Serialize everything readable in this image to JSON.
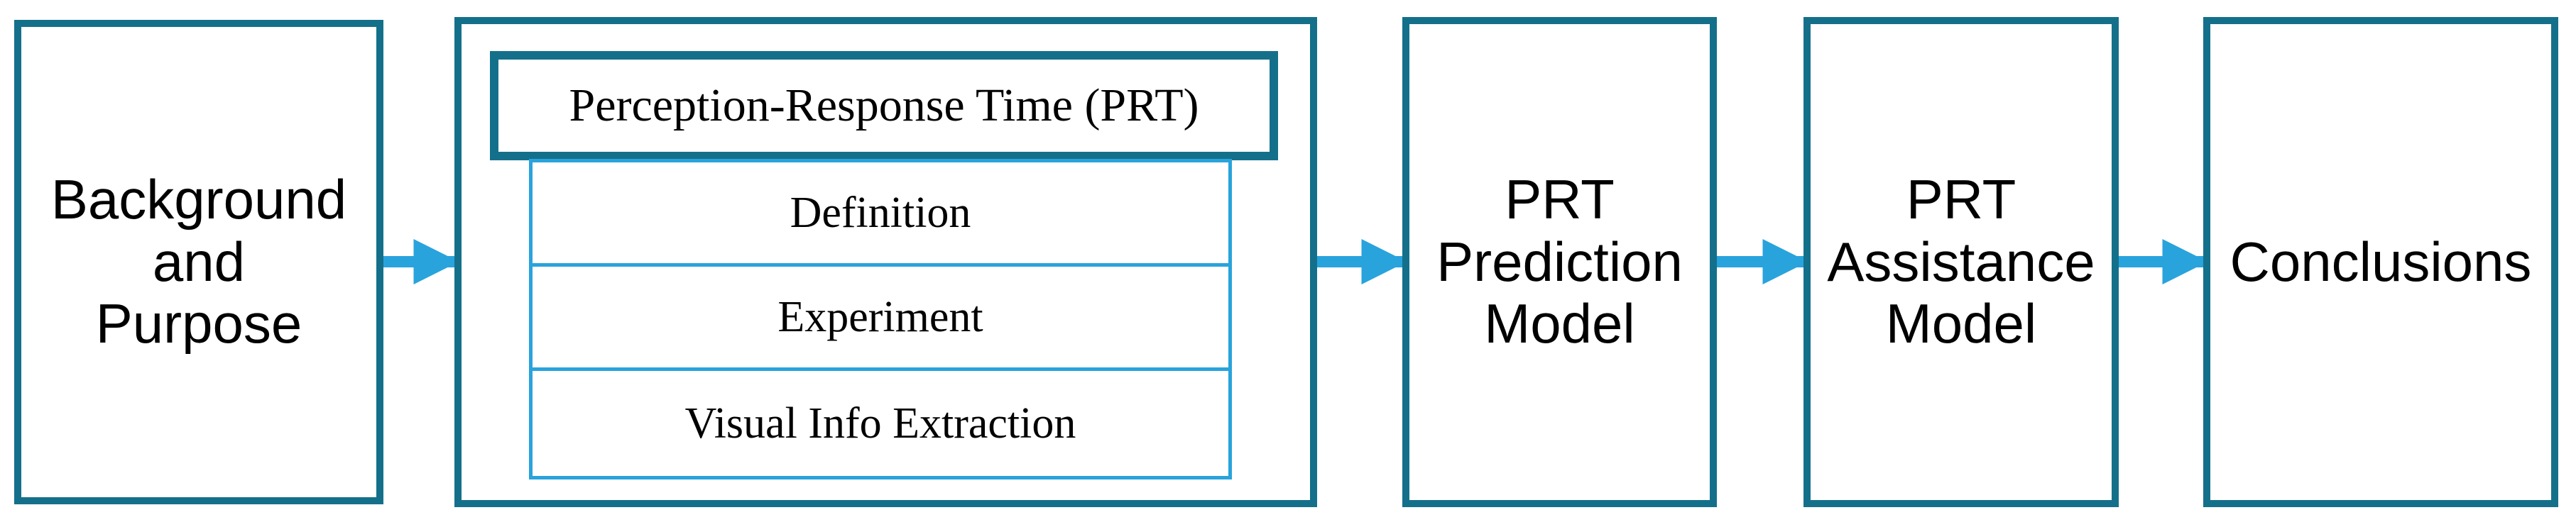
{
  "nodes": {
    "background": {
      "lines": [
        "Background",
        "and",
        "Purpose"
      ]
    },
    "prt": {
      "title": "Perception-Response Time (PRT)",
      "items": [
        "Definition",
        "Experiment",
        "Visual Info Extraction"
      ]
    },
    "prediction": {
      "lines": [
        "PRT",
        "Prediction",
        "Model"
      ]
    },
    "assistance": {
      "lines": [
        "PRT",
        "Assistance",
        "Model"
      ]
    },
    "conclusions": {
      "lines": [
        "Conclusions"
      ]
    }
  },
  "colors": {
    "box_border": "#14708a",
    "sub_border": "#29a3dc",
    "arrow": "#29a3dc"
  }
}
